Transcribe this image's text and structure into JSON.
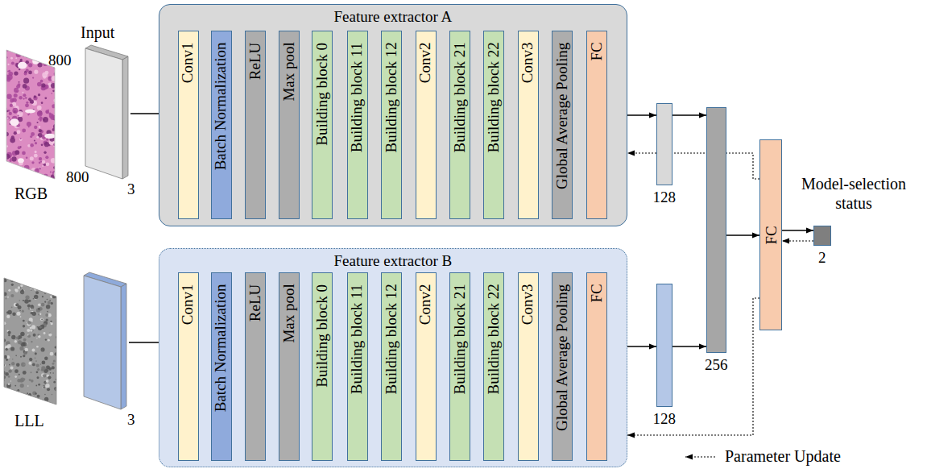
{
  "diagram": {
    "nodes": [
      {
        "text": [
          "800",
          "800",
          "3"
        ]
      },
      {
        "text": [
          "Feature extractor A"
        ]
      },
      {
        "text": [
          "Conv1"
        ],
        "in": 1
      },
      {
        "text": [
          "Batch Normalization"
        ],
        "in": 1
      },
      {
        "text": [
          "ReLU"
        ],
        "in": 1
      },
      {
        "text": [
          "Max pool"
        ],
        "in": 1
      },
      {
        "text": [
          "Building block 0"
        ],
        "in": 1
      },
      {
        "text": [
          "Building block 11"
        ],
        "in": 1
      },
      {
        "text": [
          "Building block 12"
        ],
        "in": 1
      },
      {
        "text": [
          "Conv2"
        ],
        "in": 1
      },
      {
        "text": [
          "Building block 21"
        ],
        "in": 1
      },
      {
        "text": [
          "Building block 22"
        ],
        "in": 1
      },
      {
        "text": [
          "Conv3"
        ],
        "in": 1
      },
      {
        "text": [
          "Global Average Pooling"
        ],
        "in": 1
      },
      {
        "text": [
          "FC"
        ],
        "in": 1
      },
      {
        "text": [
          "128"
        ]
      },
      {
        "text": [
          "256"
        ]
      },
      {
        "text": [
          "FC"
        ]
      },
      {
        "text": [
          "2"
        ]
      },
      {
        "text": [
          "3"
        ]
      },
      {
        "text": [
          "Feature extractor B"
        ]
      },
      {
        "text": [
          "Conv1"
        ],
        "in": 20
      },
      {
        "text": [
          "Batch Normalization"
        ],
        "in": 20
      },
      {
        "text": [
          "ReLU"
        ],
        "in": 20
      },
      {
        "text": [
          "Max pool"
        ],
        "in": 20
      },
      {
        "text": [
          "Building block 0"
        ],
        "in": 20
      },
      {
        "text": [
          "Building block 11"
        ],
        "in": 20
      },
      {
        "text": [
          "Building block 12"
        ],
        "in": 20
      },
      {
        "text": [
          "Conv2"
        ],
        "in": 20
      },
      {
        "text": [
          "Building block 21"
        ],
        "in": 20
      },
      {
        "text": [
          "Building block 22"
        ],
        "in": 20
      },
      {
        "text": [
          "Conv3"
        ],
        "in": 20
      },
      {
        "text": [
          "Global Average Pooling"
        ],
        "in": 20
      },
      {
        "text": [
          "FC"
        ],
        "in": 20
      },
      {
        "text": [
          "128"
        ]
      }
    ],
    "edges": [
      {
        "from": 0,
        "to": 2,
        "arrow": "to"
      },
      {
        "from": 14,
        "to": 15,
        "arrow": "to"
      },
      {
        "from": 15,
        "to": 16,
        "arrow": "to"
      },
      {
        "from": 16,
        "to": 17,
        "arrow": "to"
      },
      {
        "from": 17,
        "to": 18,
        "arrow": "to"
      },
      {
        "from": 18,
        "to": 17,
        "arrow": "to"
      },
      {
        "from": 17,
        "to": 1,
        "arrow": "to"
      },
      {
        "from": 17,
        "to": 20,
        "arrow": "to"
      },
      {
        "from": 19,
        "to": 21,
        "arrow": "to"
      },
      {
        "from": 33,
        "to": 34,
        "arrow": "to"
      },
      {
        "from": 34,
        "to": 16,
        "arrow": "to"
      }
    ],
    "labels": [
      "Input",
      "RGB",
      "LLL",
      "Model-selection status"
    ],
    "legend": [
      {
        "text": "Parameter Update"
      }
    ]
  }
}
